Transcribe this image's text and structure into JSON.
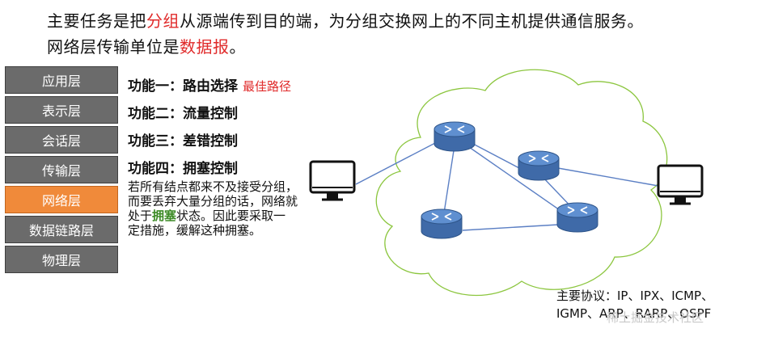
{
  "intro": {
    "line1": {
      "p1": "主要任务是把",
      "p2": "分组",
      "p3": "从源端传到目的端，为分组交换网上的不同主机提供通信服务。"
    },
    "line2": {
      "p1": "网络层传输单位是",
      "p2": "数据报",
      "p3": "。"
    }
  },
  "layers": [
    "应用层",
    "表示层",
    "会话层",
    "传输层",
    "网络层",
    "数据链路层",
    "物理层"
  ],
  "active_layer": "网络层",
  "functions": [
    {
      "label": "功能一：路由选择",
      "note": "最佳路径"
    },
    {
      "label": "功能二：流量控制",
      "note": ""
    },
    {
      "label": "功能三：差错控制",
      "note": ""
    },
    {
      "label": "功能四：拥塞控制",
      "note": ""
    }
  ],
  "congestion_desc": {
    "p1": "若所有结点都来不及接受分组，而要丢弃大量分组的话，网络就处于",
    "p2": "拥塞",
    "p3": "状态。因此要采取一定措施，缓解这种拥塞。"
  },
  "protocols": {
    "line1": "主要协议：IP、IPX、ICMP、",
    "line2": "IGMP、ARP、RARP、OSPF"
  },
  "watermark": "稀土掘金技术社区",
  "colors": {
    "highlight_red": "#e02a2a",
    "active_layer": "#f08a3a",
    "layer_gray": "#6b6b6b",
    "cloud_green": "#8cc63f",
    "router_blue": "#4f7fbf",
    "link_blue": "#5b7fc4",
    "congestion_green": "#3d8b26"
  },
  "icons": [
    "host-computer-icon",
    "router-icon",
    "cloud-network-icon"
  ]
}
